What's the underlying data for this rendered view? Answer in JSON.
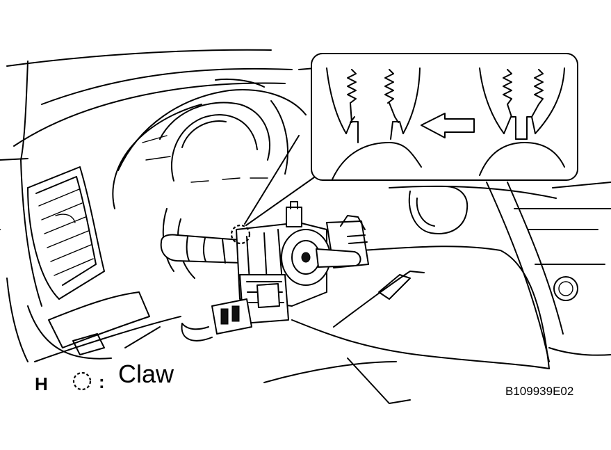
{
  "labels": {
    "view": "H",
    "legend_separator": ":",
    "legend_text": "Claw",
    "figure_code": "B109939E02"
  },
  "icons": [
    "dashed-circle-claw-icon",
    "left-arrow-icon"
  ]
}
